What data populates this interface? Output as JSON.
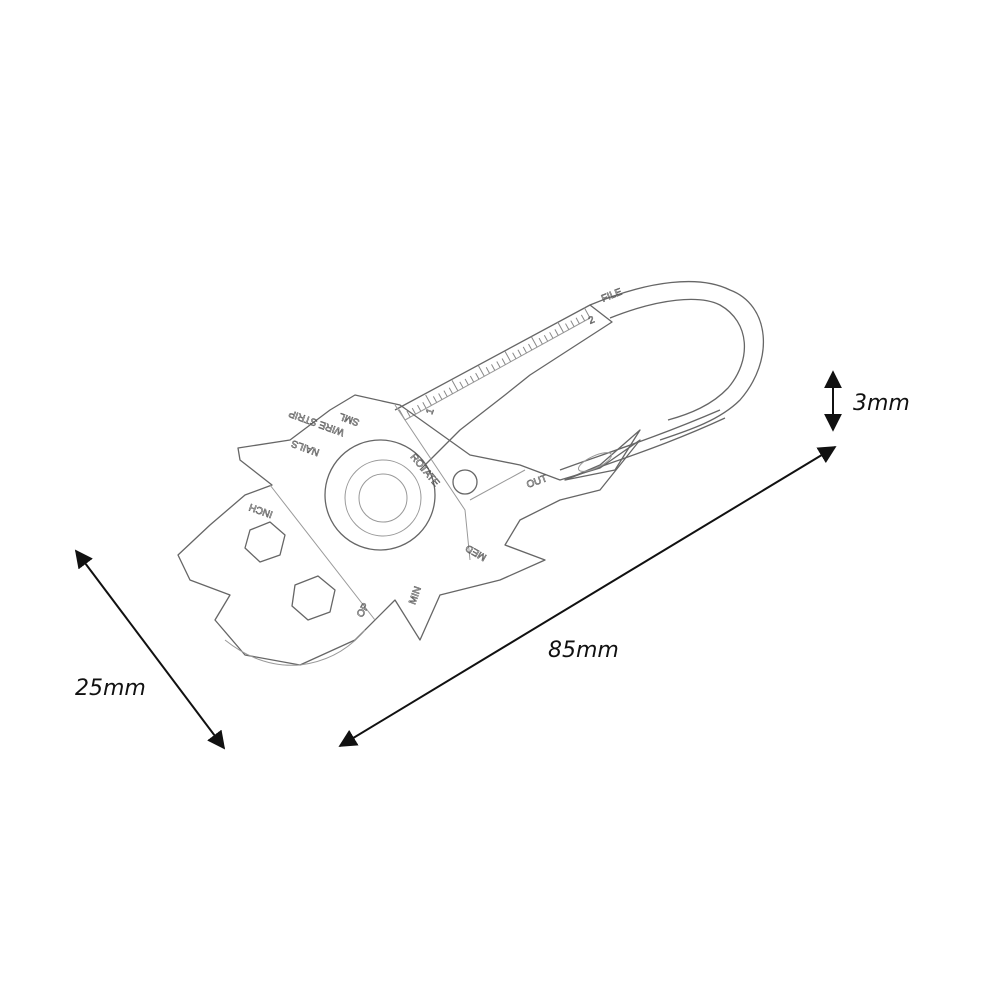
{
  "dimensions": {
    "length": "85mm",
    "width": "25mm",
    "thickness": "3mm"
  },
  "engravings": {
    "file": "FILE",
    "ruler_1": "1",
    "ruler_2": "2",
    "sml": "SML",
    "wire_strip": "WIRE STRIP",
    "nails": "NAILS",
    "rotate": "ROTATE",
    "inch": "INCH",
    "med": "MED",
    "min": "MIN",
    "out": "OUT",
    "op": "OP"
  },
  "colors": {
    "line": "#666666",
    "dimension": "#111111"
  }
}
